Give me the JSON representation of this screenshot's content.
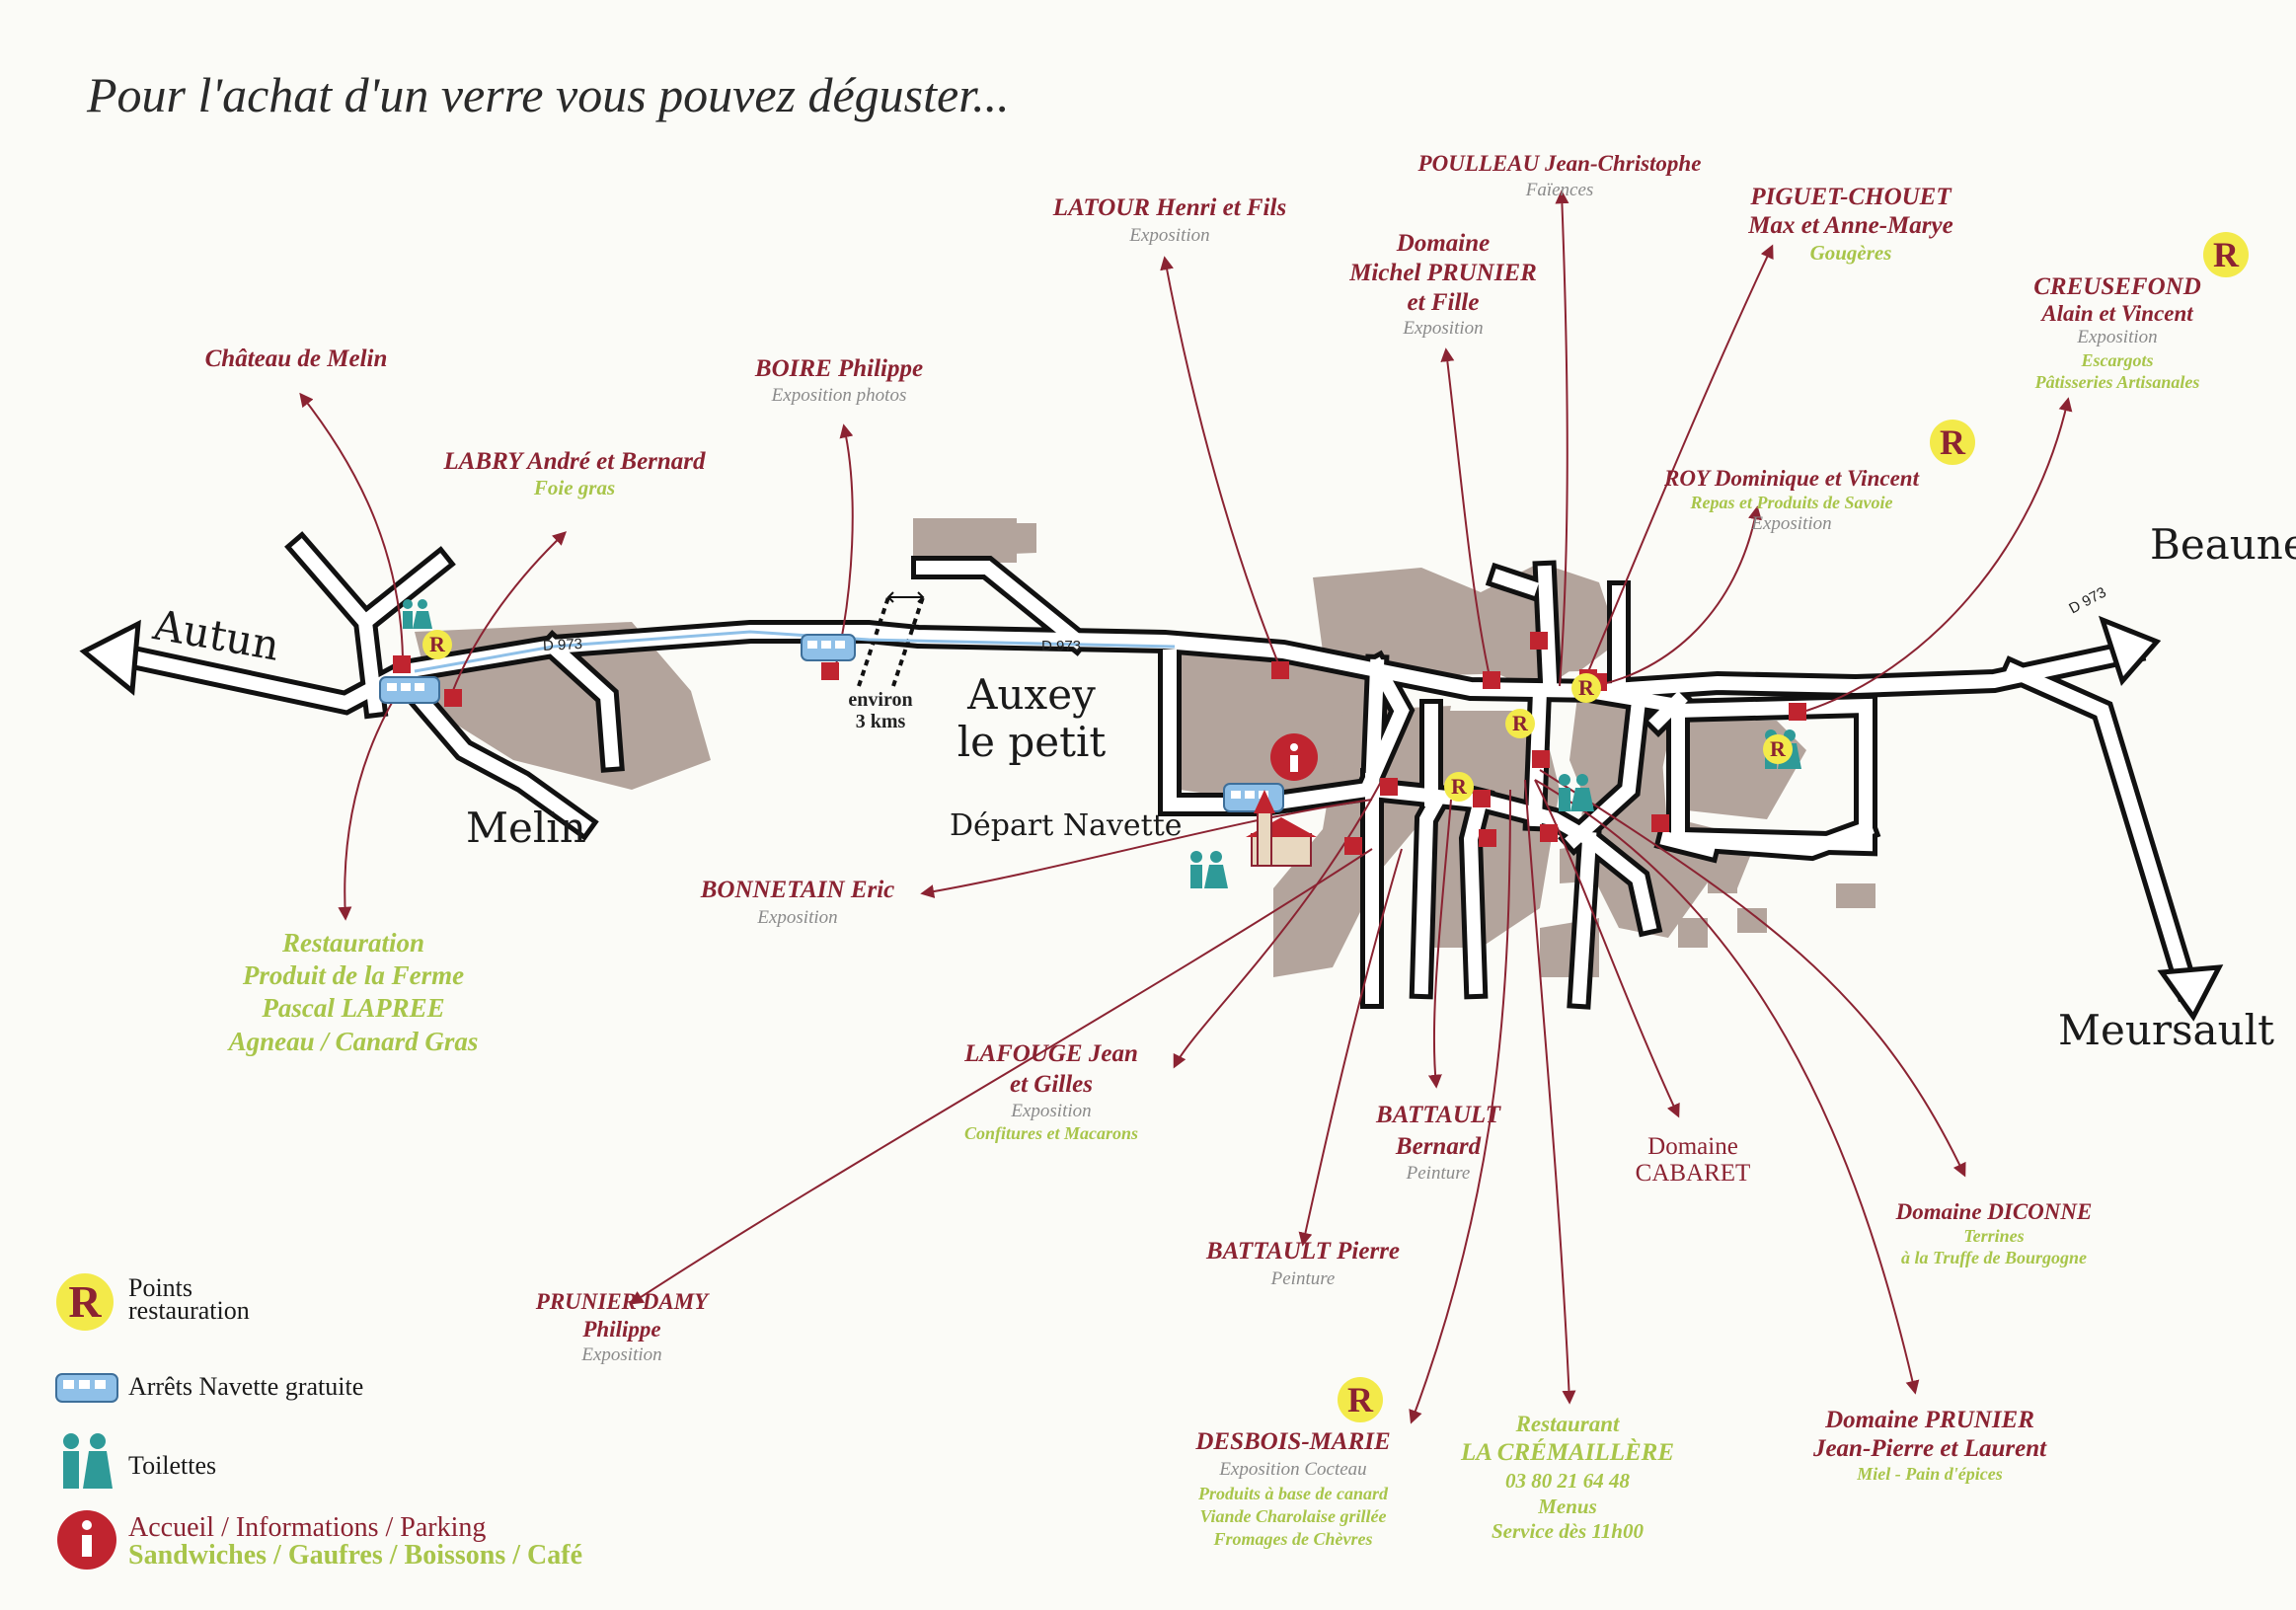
{
  "title": "Pour l'achat d'un verre vous pouvez déguster...",
  "towns": {
    "autun": "Autun",
    "beaune": "Beaune",
    "meursault": "Meursault",
    "melin": "Melin",
    "auxey_1": "Auxey",
    "auxey_2": "le petit",
    "depart": "Départ Navette"
  },
  "roads": {
    "d973": "D 973",
    "distance_1": "environ",
    "distance_2": "3 kms"
  },
  "places": {
    "chateau": {
      "name": "Château de Melin"
    },
    "labry": {
      "name": "LABRY André et Bernard",
      "food": "Foie gras"
    },
    "boire": {
      "name": "BOIRE Philippe",
      "sub": "Exposition photos"
    },
    "latour": {
      "name": "LATOUR Henri et Fils",
      "sub": "Exposition"
    },
    "poulleau": {
      "name": "POULLEAU Jean-Christophe",
      "sub": "Faïences"
    },
    "prunier_michel": {
      "name_1": "Domaine",
      "name_2": "Michel PRUNIER",
      "name_3": "et Fille",
      "sub": "Exposition"
    },
    "piguet": {
      "name_1": "PIGUET-CHOUET",
      "name_2": "Max et Anne-Marye",
      "food": "Gougères"
    },
    "creusefond": {
      "name_1": "CREUSEFOND",
      "name_2": "Alain et Vincent",
      "sub": "Exposition",
      "food_1": "Escargots",
      "food_2": "Pâtisseries Artisanales"
    },
    "roy": {
      "name": "ROY Dominique et Vincent",
      "food": "Repas et Produits de Savoie",
      "sub": "Exposition"
    },
    "restauration": {
      "line_1": "Restauration",
      "line_2": "Produit de la Ferme",
      "line_3": "Pascal LAPREE",
      "line_4": "Agneau / Canard Gras"
    },
    "bonnetain": {
      "name": "BONNETAIN Eric",
      "sub": "Exposition"
    },
    "lafouge": {
      "name_1": "LAFOUGE Jean",
      "name_2": "et Gilles",
      "sub": "Exposition",
      "food": "Confitures et Macarons"
    },
    "battault_bernard": {
      "name_1": "BATTAULT",
      "name_2": "Bernard",
      "sub": "Peinture"
    },
    "cabaret": {
      "name_1": "Domaine",
      "name_2": "CABARET"
    },
    "diconne": {
      "name": "Domaine DICONNE",
      "food_1": "Terrines",
      "food_2": "à la Truffe de Bourgogne"
    },
    "battault_pierre": {
      "name": "BATTAULT Pierre",
      "sub": "Peinture"
    },
    "prunier_damy": {
      "name_1": "PRUNIER DAMY",
      "name_2": "Philippe",
      "sub": "Exposition"
    },
    "desbois": {
      "name": "DESBOIS-MARIE",
      "sub": "Exposition Cocteau",
      "food_1": "Produits à base de canard",
      "food_2": "Viande Charolaise grillée",
      "food_3": "Fromages de Chèvres"
    },
    "cremaillere": {
      "line_1": "Restaurant",
      "line_2": "LA CRÉMAILLÈRE",
      "line_3": "03 80 21 64 48",
      "line_4": "Menus",
      "line_5": "Service dès 11h00"
    },
    "prunier_jp": {
      "name_1": "Domaine PRUNIER",
      "name_2": "Jean-Pierre et Laurent",
      "food": "Miel - Pain d'épices"
    }
  },
  "legend": {
    "r_symbol": "R",
    "info_symbol": "i",
    "restauration_1": "Points",
    "restauration_2": "restauration",
    "navette": "Arrêts Navette gratuite",
    "toilettes": "Toilettes",
    "accueil": "Accueil / Informations / Parking",
    "sandwiches": "Sandwiches / Gaufres / Boissons / Café"
  },
  "colors": {
    "brand_red": "#8b2332",
    "food_green": "#a8c54a",
    "grey_text": "#8a8a8a",
    "badge_yellow": "#f3ea4a",
    "village_block": "#b3a49c",
    "shuttle_blue": "#8fc0e8",
    "toilet_teal": "#2e9a98"
  },
  "icons": [
    "restaurant-point-icon",
    "shuttle-bus-icon",
    "toilets-icon",
    "info-icon",
    "arrow-icon",
    "church-icon"
  ]
}
